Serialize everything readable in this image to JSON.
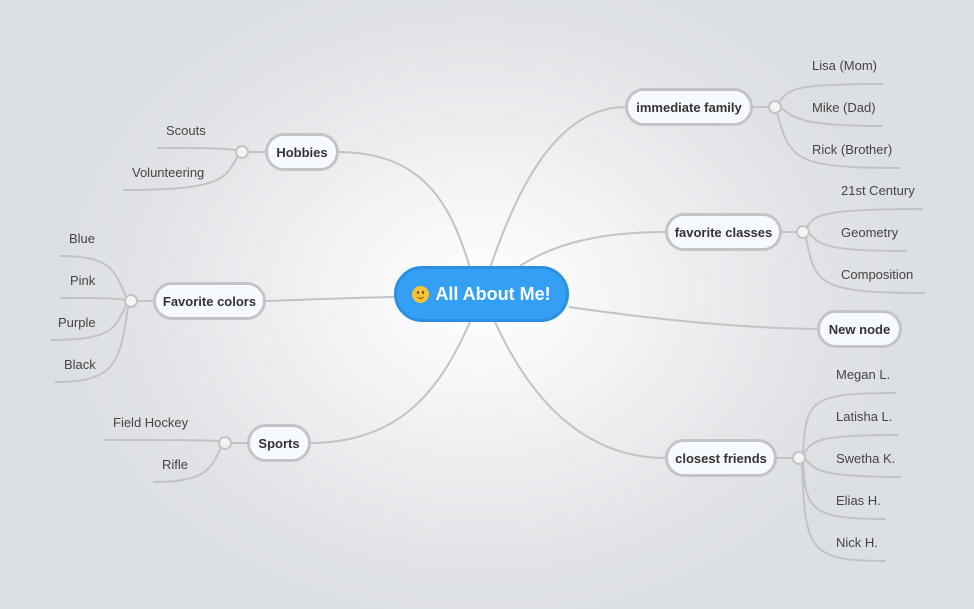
{
  "central": {
    "label": "All About Me!",
    "icon": "smiley-face-emoji",
    "color": "#34a0f5"
  },
  "branches": {
    "hobbies": {
      "label": "Hobbies",
      "children": [
        "Scouts",
        "Volunteering"
      ]
    },
    "colors": {
      "label": "Favorite colors",
      "children": [
        "Blue",
        "Pink",
        "Purple",
        "Black"
      ]
    },
    "sports": {
      "label": "Sports",
      "children": [
        "Field Hockey",
        "Rifle"
      ]
    },
    "family": {
      "label": "immediate family",
      "children": [
        "Lisa (Mom)",
        "Mike (Dad)",
        "Rick (Brother)"
      ]
    },
    "classes": {
      "label": "favorite classes",
      "children": [
        "21st Century",
        "Geometry",
        "Composition"
      ]
    },
    "newnode": {
      "label": "New node"
    },
    "friends": {
      "label": "closest friends",
      "children": [
        "Megan L.",
        "Latisha L.",
        "Swetha K.",
        "Elias H.",
        "Nick H."
      ]
    }
  }
}
